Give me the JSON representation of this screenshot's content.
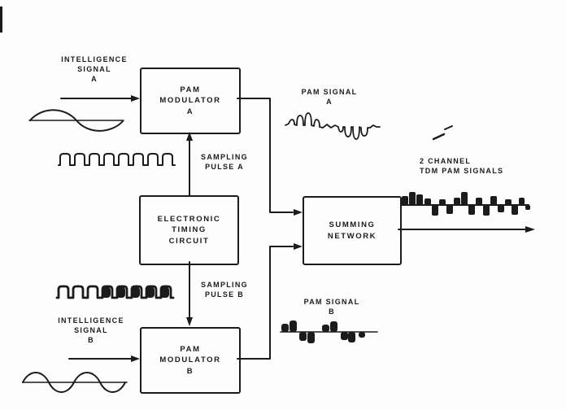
{
  "colors": {
    "ink": "#1b1b1b",
    "paper": "#fdfdfd"
  },
  "boxes": {
    "pam_modulator_a": {
      "lines": [
        "PAM",
        "MODULATOR",
        "A"
      ]
    },
    "electronic_timing_circuit": {
      "lines": [
        "ELECTRONIC",
        "TIMING",
        "CIRCUIT"
      ]
    },
    "summing_network": {
      "lines": [
        "SUMMING",
        "NETWORK"
      ]
    },
    "pam_modulator_b": {
      "lines": [
        "PAM",
        "MODULATOR",
        "B"
      ]
    }
  },
  "labels": {
    "intelligence_signal_a": {
      "lines": [
        "INTELLIGENCE",
        "SIGNAL",
        "A"
      ]
    },
    "sampling_pulse_a": {
      "lines": [
        "SAMPLING",
        "PULSE A"
      ]
    },
    "pam_signal_a": {
      "lines": [
        "PAM SIGNAL",
        "A"
      ]
    },
    "tdm_output": {
      "lines": [
        "2 CHANNEL",
        "TDM PAM SIGNALS"
      ]
    },
    "sampling_pulse_b": {
      "lines": [
        "SAMPLING",
        "PULSE B"
      ]
    },
    "intelligence_signal_b": {
      "lines": [
        "INTELLIGENCE",
        "SIGNAL",
        "B"
      ]
    },
    "pam_signal_b": {
      "lines": [
        "PAM SIGNAL",
        "B"
      ]
    }
  },
  "waveforms": {
    "sine_input_a": "single-cycle sine wave",
    "sampling_pulse_train_a": "square pulse train (outline)",
    "pam_sampled_signal_a": "PAM sampled waveform (outline)",
    "sine_input_b": "two-cycle sine wave",
    "sampling_pulse_train_b": "square pulse train (partly filled)",
    "pam_sampled_signal_b": "PAM sampled waveform (filled)",
    "tdm_pam_output": "interleaved 2-channel TDM PAM waveform"
  }
}
